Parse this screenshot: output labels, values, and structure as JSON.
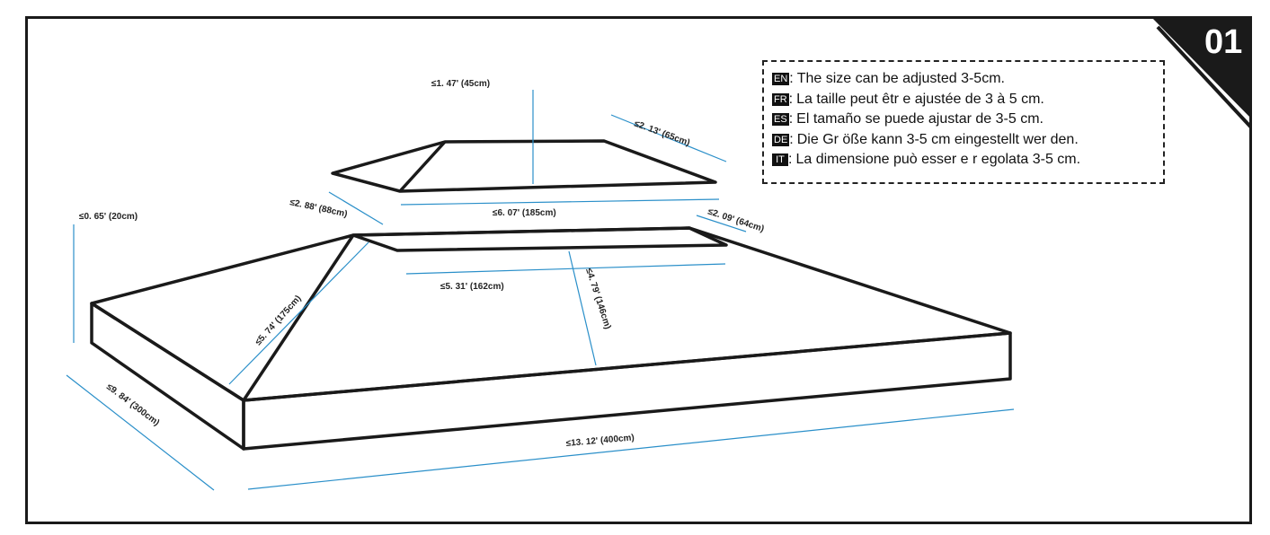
{
  "page_number": "01",
  "notes": [
    {
      "lang": "EN",
      "text": "The size can be adjusted 3-5cm."
    },
    {
      "lang": "FR",
      "text": "La taille peut êtr e ajustée de 3 à 5 cm."
    },
    {
      "lang": "ES",
      "text": "El tamaño se puede ajustar  de 3-5 cm."
    },
    {
      "lang": "DE",
      "text": "Die Gr öße kann 3-5 cm eingestellt wer den."
    },
    {
      "lang": "IT",
      "text": "La dimensione può esser e r egolata 3-5 cm."
    }
  ],
  "dimensions": {
    "top_height": "≤1. 47' (45cm)",
    "top_side": "≤2. 13' (65cm)",
    "top_front_depth": "≤2. 88' (88cm)",
    "top_length": "≤6. 07' (185cm)",
    "top_end": "≤2. 09' (64cm)",
    "base_height": "≤0. 65' (20cm)",
    "opening_length": "≤5. 31' (162cm)",
    "hip_length": "≤5. 74' (175cm)",
    "slope_length": "≤4. 79' (146cm)",
    "base_width": "≤9. 84' (300cm)",
    "base_length": "≤13. 12' (400cm)"
  }
}
